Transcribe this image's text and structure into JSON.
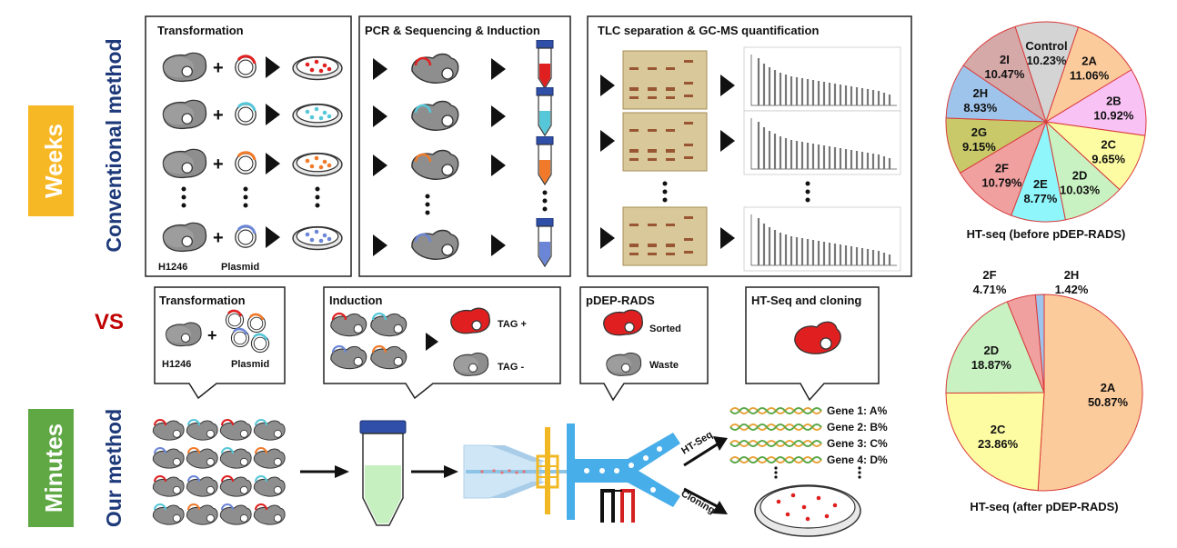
{
  "side": {
    "weeks": "Weeks",
    "minutes": "Minutes",
    "conventional": "Conventional method",
    "our": "Our method",
    "vs": "VS"
  },
  "panels": {
    "transformation": {
      "title": "Transformation",
      "strain": "H1246",
      "plasmid": "Plasmid"
    },
    "pcr": {
      "title": "PCR & Sequencing & Induction"
    },
    "tlc": {
      "title": "TLC separation & GC-MS quantification"
    },
    "callout_transformation": {
      "title": "Transformation",
      "strain": "H1246",
      "plasmid": "Plasmid"
    },
    "callout_induction": {
      "title": "Induction",
      "tag_pos": "TAG +",
      "tag_neg": "TAG -"
    },
    "callout_rads": {
      "title": "pDEP-RADS",
      "sorted": "Sorted",
      "waste": "Waste"
    },
    "callout_htseq": {
      "title": "HT-Seq and cloning"
    }
  },
  "flow": {
    "htseq_label": "HT-Seq",
    "cloning_label": "Cloning",
    "genes": [
      "Gene 1: A%",
      "Gene 2: B%",
      "Gene 3: C%",
      "Gene 4: D%"
    ]
  },
  "chart_data": [
    {
      "type": "pie",
      "title": "HT-seq (before pDEP-RADS)",
      "categories": [
        "Control",
        "2A",
        "2B",
        "2C",
        "2D",
        "2E",
        "2F",
        "2G",
        "2H",
        "2I"
      ],
      "values": [
        10.23,
        11.06,
        10.92,
        9.65,
        10.03,
        8.77,
        10.79,
        9.15,
        8.93,
        10.47
      ],
      "labels": [
        "10.23%",
        "11.06%",
        "10.92%",
        "9.65%",
        "10.03%",
        "8.77%",
        "10.79%",
        "9.15%",
        "8.93%",
        "10.47%"
      ],
      "colors": [
        "#d4d4d4",
        "#fccb9c",
        "#f9c2f5",
        "#fdfca2",
        "#c8f2c1",
        "#8ff6fb",
        "#f1a0a0",
        "#c9c96a",
        "#9fc4ec",
        "#d6a9a9"
      ]
    },
    {
      "type": "pie",
      "title": "HT-seq (after pDEP-RADS)",
      "categories": [
        "2A",
        "2C",
        "2D",
        "2F",
        "2H"
      ],
      "values": [
        50.87,
        23.86,
        18.87,
        4.71,
        1.42
      ],
      "labels": [
        "50.87%",
        "23.86%",
        "18.87%",
        "4.71%",
        "1.42%"
      ],
      "colors": [
        "#fccb9c",
        "#fdfca2",
        "#c8f2c1",
        "#f1a0a0",
        "#9fc4ec"
      ]
    }
  ],
  "colors": {
    "weeks_bg": "#f7b825",
    "minutes_bg": "#5fa844",
    "vs": "#c00000",
    "navy": "#1f3a7a",
    "red": "#e02020",
    "cyan": "#56c7d8",
    "orange": "#f07a2a",
    "blue": "#6b86d6",
    "chip": "#48aeea",
    "yellow": "#f2b824"
  }
}
